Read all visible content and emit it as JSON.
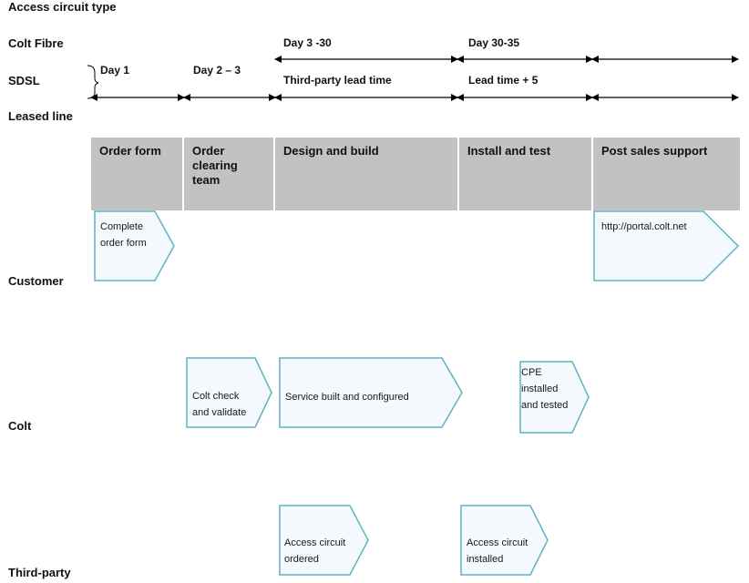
{
  "header": {
    "title": "Access circuit type"
  },
  "circuit_types": {
    "colt_fibre": "Colt Fibre",
    "sdsl": "SDSL",
    "leased_line": "Leased line"
  },
  "timeline": {
    "day1": "Day 1",
    "day2_3": "Day 2 – 3",
    "day3_30": "Day 3 -30",
    "day30_35": "Day 30-35",
    "third_party_lead": "Third-party lead time",
    "lead_plus5": "Lead time + 5"
  },
  "phases": {
    "order_form": "Order form",
    "order_clearing_line1": "Order",
    "order_clearing_line2": "clearing",
    "order_clearing_line3": "team",
    "design_build": "Design and build",
    "install_test": "Install and test",
    "post_sales": "Post sales support"
  },
  "lanes": {
    "customer": "Customer",
    "colt": "Colt",
    "third_party": "Third-party"
  },
  "steps": {
    "complete_order_l1": "Complete",
    "complete_order_l2": "order form",
    "portal": "http://portal.colt.net",
    "colt_check_l1": "Colt check",
    "colt_check_l2": "and validate",
    "service_built": "Service built and configured",
    "cpe_l1": "CPE",
    "cpe_l2": "installed",
    "cpe_l3": "and tested",
    "access_ordered_l1": "Access circuit",
    "access_ordered_l2": "ordered",
    "access_installed_l1": "Access circuit",
    "access_installed_l2": "installed"
  },
  "colors": {
    "phase_bar": "#c2c2c2",
    "chevron_fill": "#f3f9fc",
    "chevron_stroke": "#5fb3c5"
  }
}
